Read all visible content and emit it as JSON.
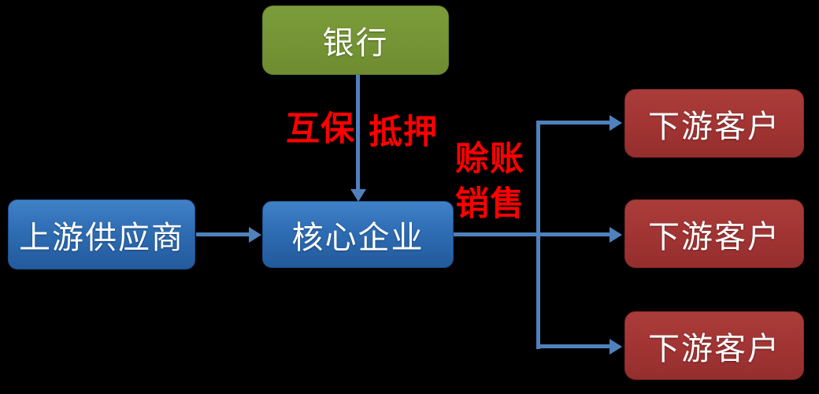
{
  "diagram": {
    "background": "#000000",
    "nodes": {
      "bank": {
        "label": "银行",
        "color": "#759435"
      },
      "upstream_supplier": {
        "label": "上游供应商",
        "color": "#2e6db4"
      },
      "core_enterprise": {
        "label": "核心企业",
        "color": "#2e6db4"
      },
      "downstream_customers": [
        {
          "label": "下游客户",
          "color": "#a23534"
        },
        {
          "label": "下游客户",
          "color": "#a23534"
        },
        {
          "label": "下游客户",
          "color": "#a23534"
        }
      ]
    },
    "edge_labels": {
      "mutual_guarantee": "互保",
      "collateral": "抵押",
      "credit_sales_line1": "赊账",
      "credit_sales_line2": "销售"
    },
    "colors": {
      "arrow": "#4f81bd",
      "edge_label_text": "#ff0000",
      "node_text": "#ffffff"
    }
  }
}
